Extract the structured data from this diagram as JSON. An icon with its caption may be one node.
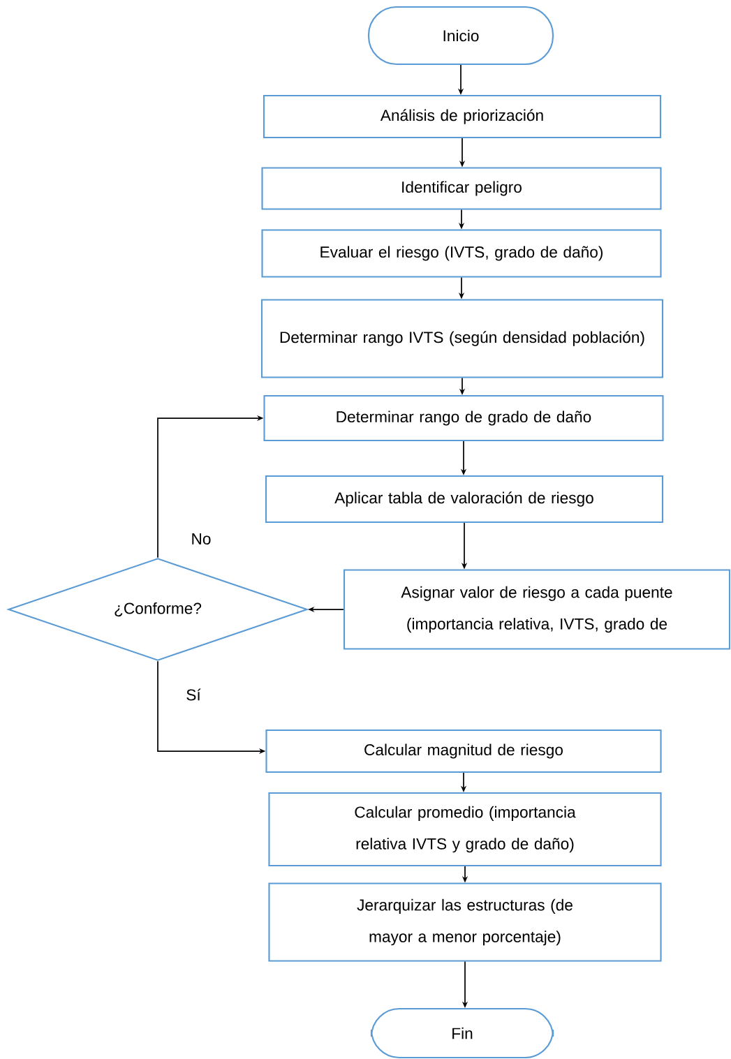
{
  "diagram": {
    "nodes": [
      {
        "text": [
          "Inicio"
        ]
      },
      {
        "text": [
          "Análisis de priorización"
        ]
      },
      {
        "text": [
          "Identificar peligro"
        ]
      },
      {
        "text": [
          "Evaluar el riesgo (IVTS, grado de daño)"
        ]
      },
      {
        "text": [
          "Determinar rango IVTS (según densidad población)"
        ]
      },
      {
        "text": [
          "Determinar rango de grado de daño"
        ]
      },
      {
        "text": [
          "Aplicar tabla de valoración de riesgo"
        ]
      },
      {
        "text": [
          "Asignar valor de riesgo a cada puente (importancia relativa, IVTS, grado de"
        ]
      },
      {
        "text": [
          "¿Conforme?"
        ]
      },
      {
        "text": [
          "Calcular magnitud de riesgo"
        ]
      },
      {
        "text": [
          "Calcular promedio (importancia relativa IVTS y grado de daño)"
        ]
      },
      {
        "text": [
          "Jerarquizar las estructuras (de mayor a menor porcentaje)"
        ]
      },
      {
        "text": [
          "Fin"
        ]
      }
    ],
    "edges": [
      {
        "from": 0,
        "to": 1,
        "arrow": "to"
      },
      {
        "from": 1,
        "to": 2,
        "arrow": "to"
      },
      {
        "from": 2,
        "to": 3,
        "arrow": "to"
      },
      {
        "from": 3,
        "to": 4,
        "arrow": "to"
      },
      {
        "from": 4,
        "to": 5,
        "arrow": "to"
      },
      {
        "from": 5,
        "to": 6,
        "arrow": "to"
      },
      {
        "from": 6,
        "to": 7,
        "arrow": "to"
      },
      {
        "from": 7,
        "to": 8,
        "arrow": "to"
      },
      {
        "from": 8,
        "to": 5,
        "arrow": "to",
        "label": "No"
      },
      {
        "from": 8,
        "to": 9,
        "arrow": "to",
        "label": "Sí"
      },
      {
        "from": 9,
        "to": 10,
        "arrow": "to"
      },
      {
        "from": 10,
        "to": 11,
        "arrow": "to"
      },
      {
        "from": 11,
        "to": 12,
        "arrow": "to"
      }
    ]
  }
}
